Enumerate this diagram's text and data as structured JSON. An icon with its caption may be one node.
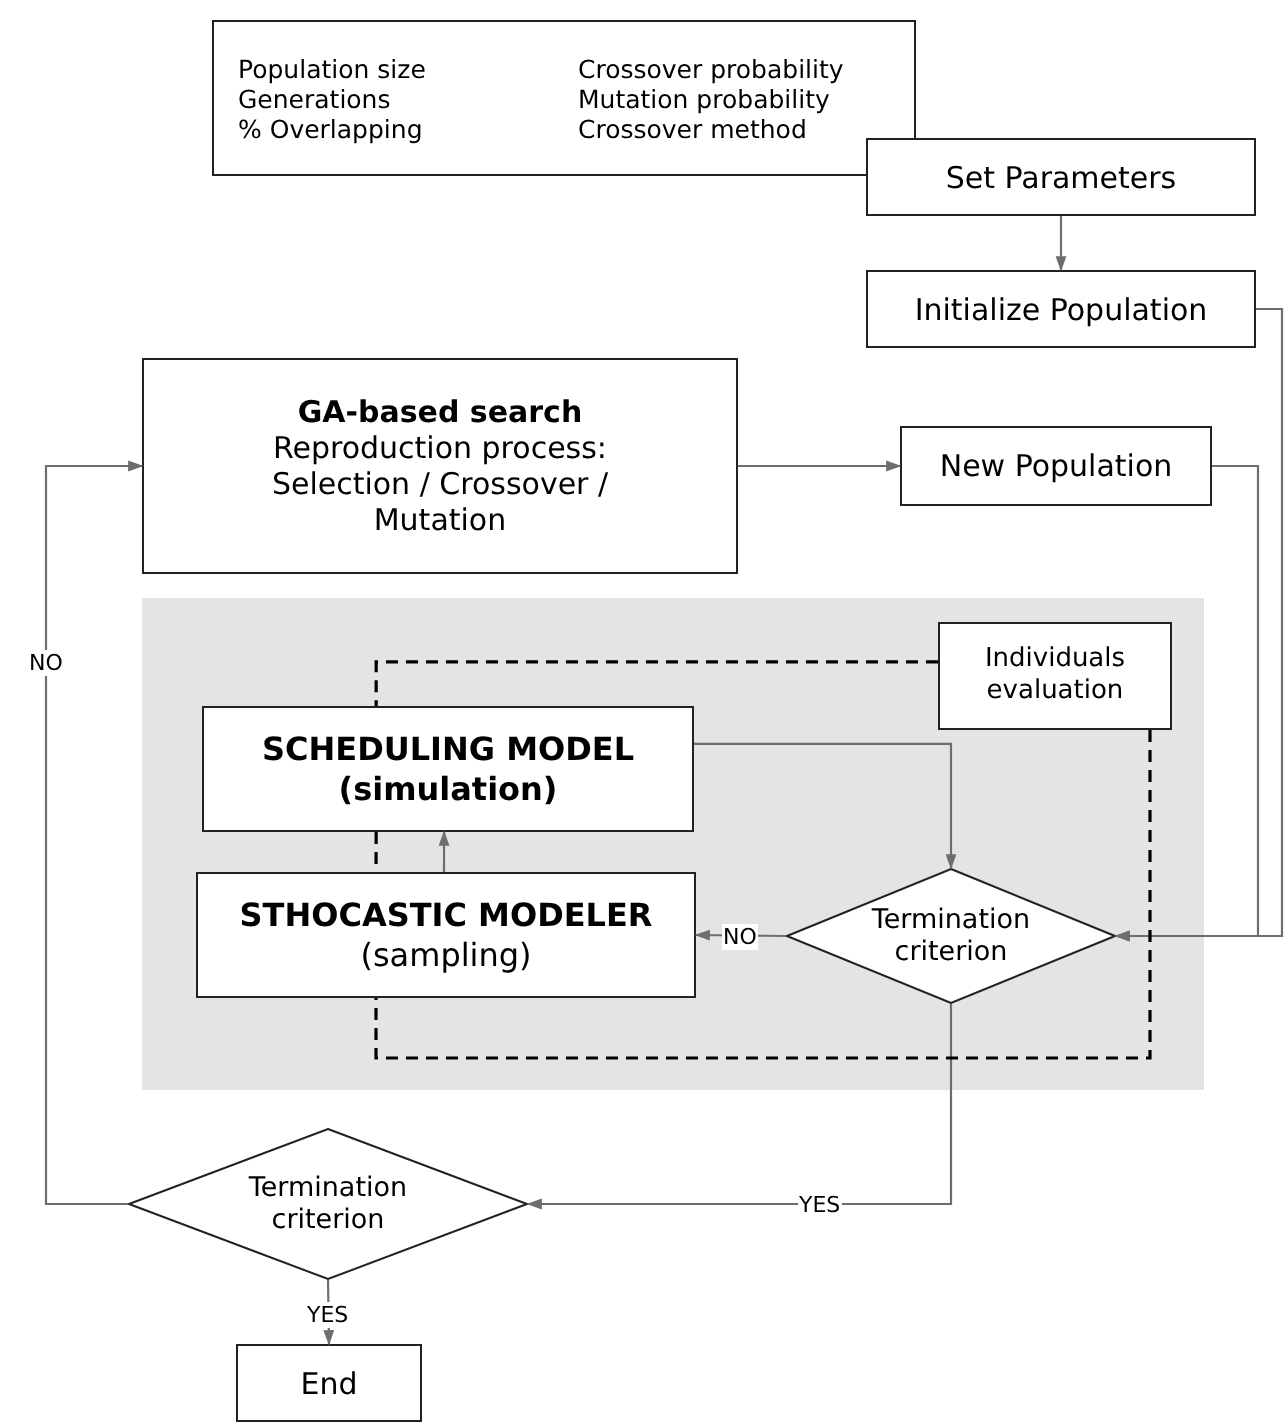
{
  "diagram": {
    "nodes": [
      {
        "text": [
          "Population size",
          "Crossover probability",
          "Generations",
          "Mutation probability",
          "% Overlapping",
          "Crossover method"
        ]
      },
      {
        "text": [
          "Set Parameters"
        ]
      },
      {
        "text": [
          "Initialize Population"
        ]
      },
      {
        "text": [
          "GA-based search",
          "Reproduction process: Selection / Crossover / Mutation"
        ]
      },
      {
        "text": [
          "New Population"
        ]
      },
      {
        "text": [],
        "shape": "box"
      },
      {
        "text": [
          "Individuals evaluation"
        ],
        "in": 5
      },
      {
        "text": [
          "SCHEDULING MODEL (simulation)"
        ],
        "in": 5
      },
      {
        "text": [
          "STHOCASTIC MODELER",
          "(sampling)"
        ],
        "in": 5
      },
      {
        "text": [
          "Termination criterion"
        ],
        "in": 5
      },
      {
        "text": [
          "Termination criterion"
        ]
      },
      {
        "text": [
          "End"
        ]
      }
    ],
    "edges": [
      {
        "from": 1,
        "to": 2,
        "arrow": "to"
      },
      {
        "from": 2,
        "to": 9,
        "arrow": "to"
      },
      {
        "from": 3,
        "to": 4,
        "arrow": "to"
      },
      {
        "from": 4,
        "to": 9,
        "arrow": "to"
      },
      {
        "from": 7,
        "to": 9,
        "arrow": "to"
      },
      {
        "from": 9,
        "to": 8,
        "arrow": "to",
        "label": "NO"
      },
      {
        "from": 8,
        "to": 7,
        "arrow": "to"
      },
      {
        "from": 9,
        "to": 10,
        "arrow": "to",
        "label": "YES"
      },
      {
        "from": 10,
        "to": 11,
        "arrow": "to",
        "label": "YES"
      },
      {
        "from": 10,
        "to": 3,
        "arrow": "to",
        "label": "NO"
      },
      {
        "from": 6,
        "to": 7,
        "arrow": "none",
        "style": "dashed",
        "color": "#000000"
      },
      {
        "from": 7,
        "to": 8,
        "arrow": "none",
        "style": "dashed",
        "color": "#000000"
      },
      {
        "from": 6,
        "to": 8,
        "arrow": "none",
        "style": "dashed",
        "color": "#000000"
      }
    ]
  }
}
